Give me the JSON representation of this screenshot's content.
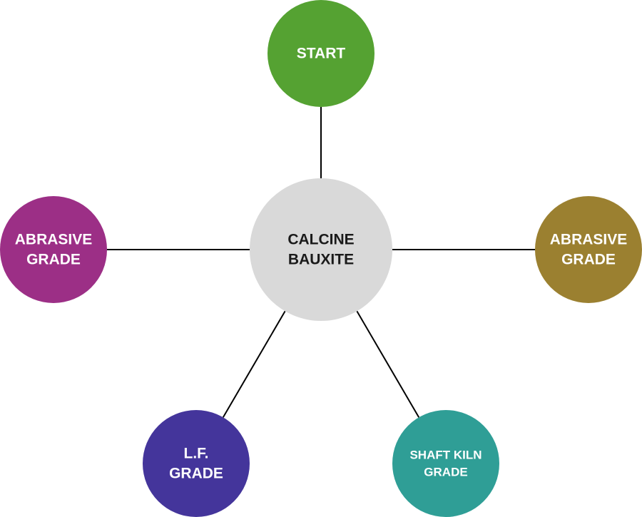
{
  "nodes": {
    "center": {
      "lines": [
        "CALCINE",
        "BAUXITE"
      ],
      "color": "#d9d9d9",
      "text_color": "#1a1a1a"
    },
    "start": {
      "lines": [
        "START"
      ],
      "color": "#55a232",
      "text_color": "#ffffff"
    },
    "abrasive_left": {
      "lines": [
        "ABRASIVE",
        "GRADE"
      ],
      "color": "#9c2f86",
      "text_color": "#ffffff"
    },
    "abrasive_right": {
      "lines": [
        "ABRASIVE",
        "GRADE"
      ],
      "color": "#9b8030",
      "text_color": "#ffffff"
    },
    "lf_grade": {
      "lines": [
        "L.F.",
        "GRADE"
      ],
      "color": "#44359b",
      "text_color": "#ffffff"
    },
    "shaft_kiln": {
      "lines": [
        "SHAFT KILN",
        "GRADE"
      ],
      "color": "#2f9e96",
      "text_color": "#ffffff"
    }
  },
  "edges": [
    {
      "from": "center",
      "to": "start"
    },
    {
      "from": "center",
      "to": "abrasive_left"
    },
    {
      "from": "center",
      "to": "abrasive_right"
    },
    {
      "from": "center",
      "to": "lf_grade"
    },
    {
      "from": "center",
      "to": "shaft_kiln"
    }
  ],
  "line_color": "#000000"
}
